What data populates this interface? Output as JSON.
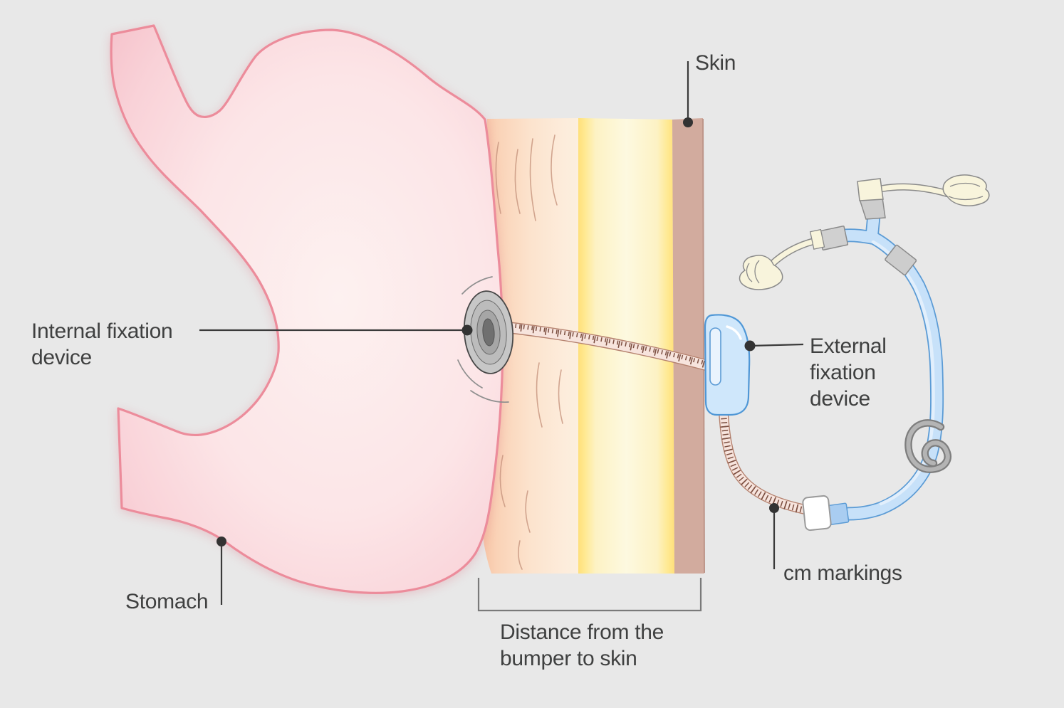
{
  "background_color": "#e8e8e8",
  "labels": {
    "skin": "Skin",
    "internal_fixation": "Internal fixation\ndevice",
    "stomach": "Stomach",
    "external_fixation": "External\nfixation\ndevice",
    "cm_markings": "cm markings",
    "distance_bracket": "Distance from the\nbumper to skin"
  },
  "colors": {
    "background": "#e8e8e8",
    "stomach_fill": "#fbdfe1",
    "stomach_center": "#fdf0ef",
    "stomach_border": "#ec8c9b",
    "muscle_layer": "#fbd7ba",
    "muscle_striation": "#c6937d",
    "fat_layer": "#fdf8dc",
    "fat_edge": "#ffe07a",
    "skin_layer": "#d2ab9e",
    "skin_edge": "#bd9589",
    "bumper_gray": "#c7c7c7",
    "bumper_core": "#707070",
    "tube_pink": "#f7e4dd",
    "tube_pink_border": "#b5826f",
    "tick_marks": "#7c4f41",
    "device_blue_fill": "#cfe7fb",
    "device_blue_border": "#4f97d6",
    "tube_blue_fill": "#c7e1f9",
    "tube_blue_border": "#5b9bd5",
    "connector_gray": "#cdcdcd",
    "connector_border": "#8a8a8a",
    "cap_cream": "#f8f4dc",
    "clamp_gray": "#b4b4b4",
    "connector_white": "#ffffff",
    "stub_blue": "#a9cdf1",
    "label_text": "#3f4040",
    "leader_line": "#3a3a3a",
    "bracket": "#7a7a7a"
  }
}
